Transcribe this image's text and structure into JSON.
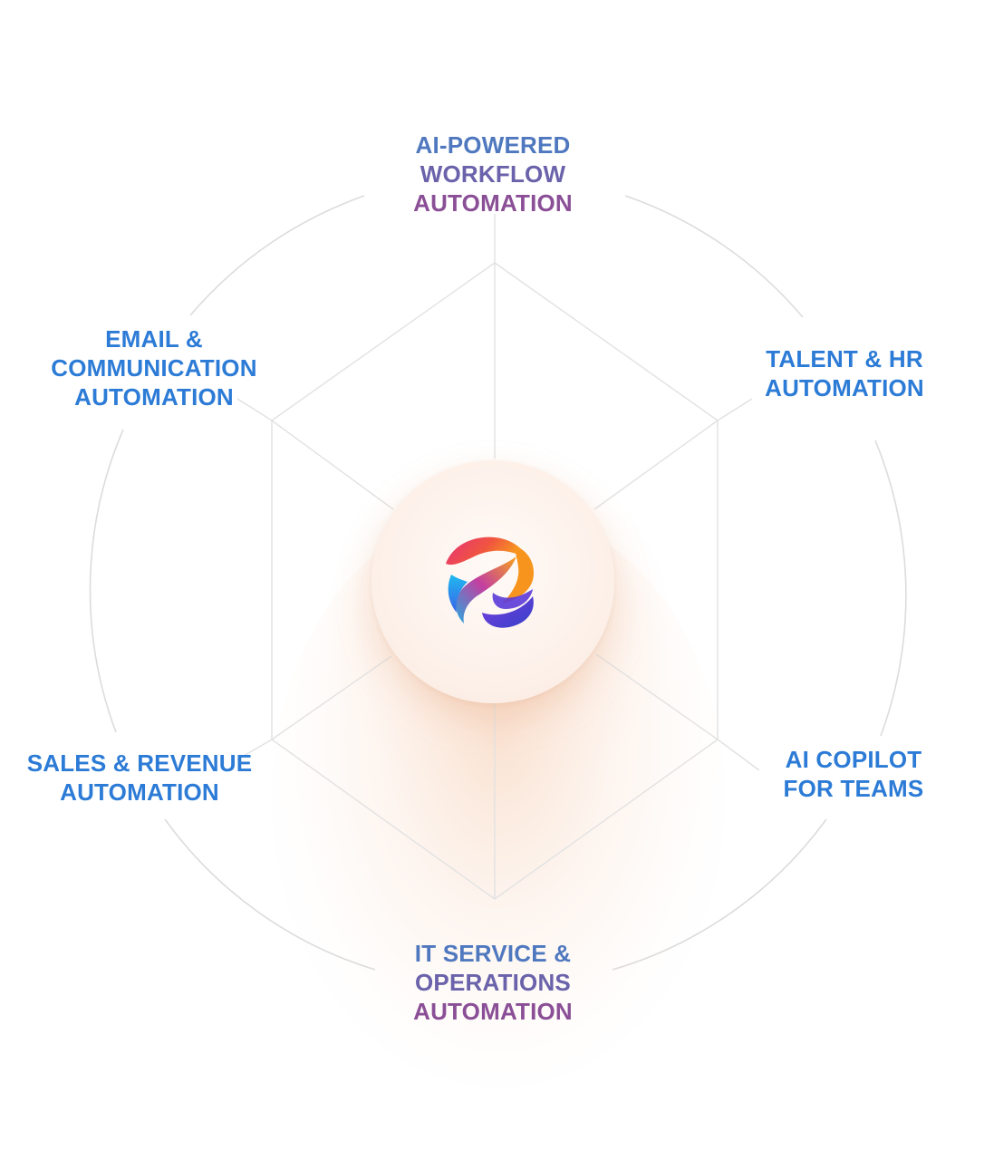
{
  "diagram": {
    "center": {
      "logo_icon": "brand-swirl-logo"
    },
    "segments": [
      {
        "id": "workflow",
        "lines": [
          "AI-POWERED",
          "WORKFLOW",
          "AUTOMATION"
        ]
      },
      {
        "id": "talent",
        "lines": [
          "TALENT & HR",
          "AUTOMATION"
        ]
      },
      {
        "id": "copilot",
        "lines": [
          "AI COPILOT",
          "FOR TEAMS"
        ]
      },
      {
        "id": "it",
        "lines": [
          "IT SERVICE &",
          "OPERATIONS",
          "AUTOMATION"
        ]
      },
      {
        "id": "sales",
        "lines": [
          "SALES & REVENUE",
          "AUTOMATION"
        ]
      },
      {
        "id": "email",
        "lines": [
          "EMAIL &",
          "COMMUNICATION",
          "AUTOMATION"
        ]
      }
    ],
    "colors": {
      "label_blue": "#2c7bd6",
      "label_gradient_top": "#4f78bf",
      "label_gradient_mid": "#6a62aa",
      "label_gradient_bottom": "#8a4f96",
      "line_gray": "#dcdcdc"
    }
  }
}
